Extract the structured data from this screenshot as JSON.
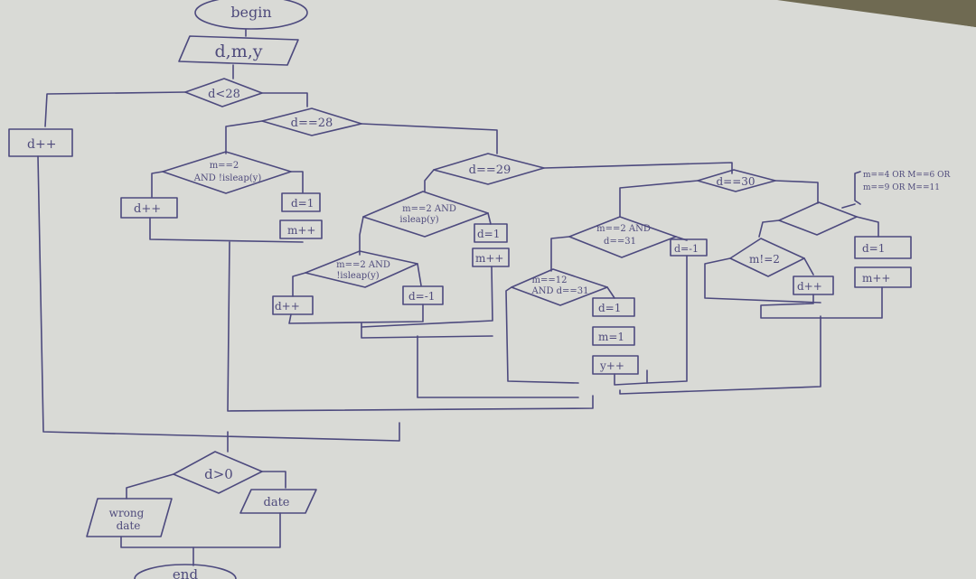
{
  "colors": {
    "paper": "#d8d9d4",
    "ink": "#4d4a7e",
    "background": "#5a5848"
  },
  "flowchart": {
    "begin": "begin",
    "input": "d,m,y",
    "cond_d_lt_28": "d<28",
    "inc_d_main": "d++",
    "cond_d_eq_28": "d==28",
    "cond_feb_not_leap": {
      "line1": "m==2",
      "line2": "AND !isleap(y)"
    },
    "inc_d_28": "d++",
    "reset_d_28": "d=1",
    "inc_m_28": "m++",
    "cond_d_eq_29": "d==29",
    "cond_feb_leap": {
      "line1": "m==2 AND",
      "line2": "isleap(y)"
    },
    "reset_d_29": "d=1",
    "inc_m_29": "m++",
    "cond_feb_not_leap_29": {
      "line1": "m==2 AND",
      "line2": "!isleap(y)"
    },
    "inc_d_29": "d++",
    "set_d_neg_29": "d=-1",
    "cond_d_eq_30": "d==30",
    "cond_m_eq_2_d31": {
      "line1": "m==2 AND",
      "line2": "d==31"
    },
    "set_d_neg_30": "d=-1",
    "cond_dec_31": {
      "line1": "m==12",
      "line2": "AND d==31"
    },
    "reset_d_dec": "d=1",
    "reset_m_dec": "m=1",
    "inc_y": "y++",
    "months_30": {
      "line1": "m==4 OR M==6 OR",
      "line2": "m==9 OR M==11"
    },
    "cond_m_ne_2": "m!=2",
    "inc_d_30": "d++",
    "reset_d_30": "d=1",
    "inc_m_30": "m++",
    "cond_d_gt_0": "d>0",
    "output_wrong": {
      "line1": "wrong",
      "line2": "date"
    },
    "output_date": "date",
    "end": "end"
  }
}
